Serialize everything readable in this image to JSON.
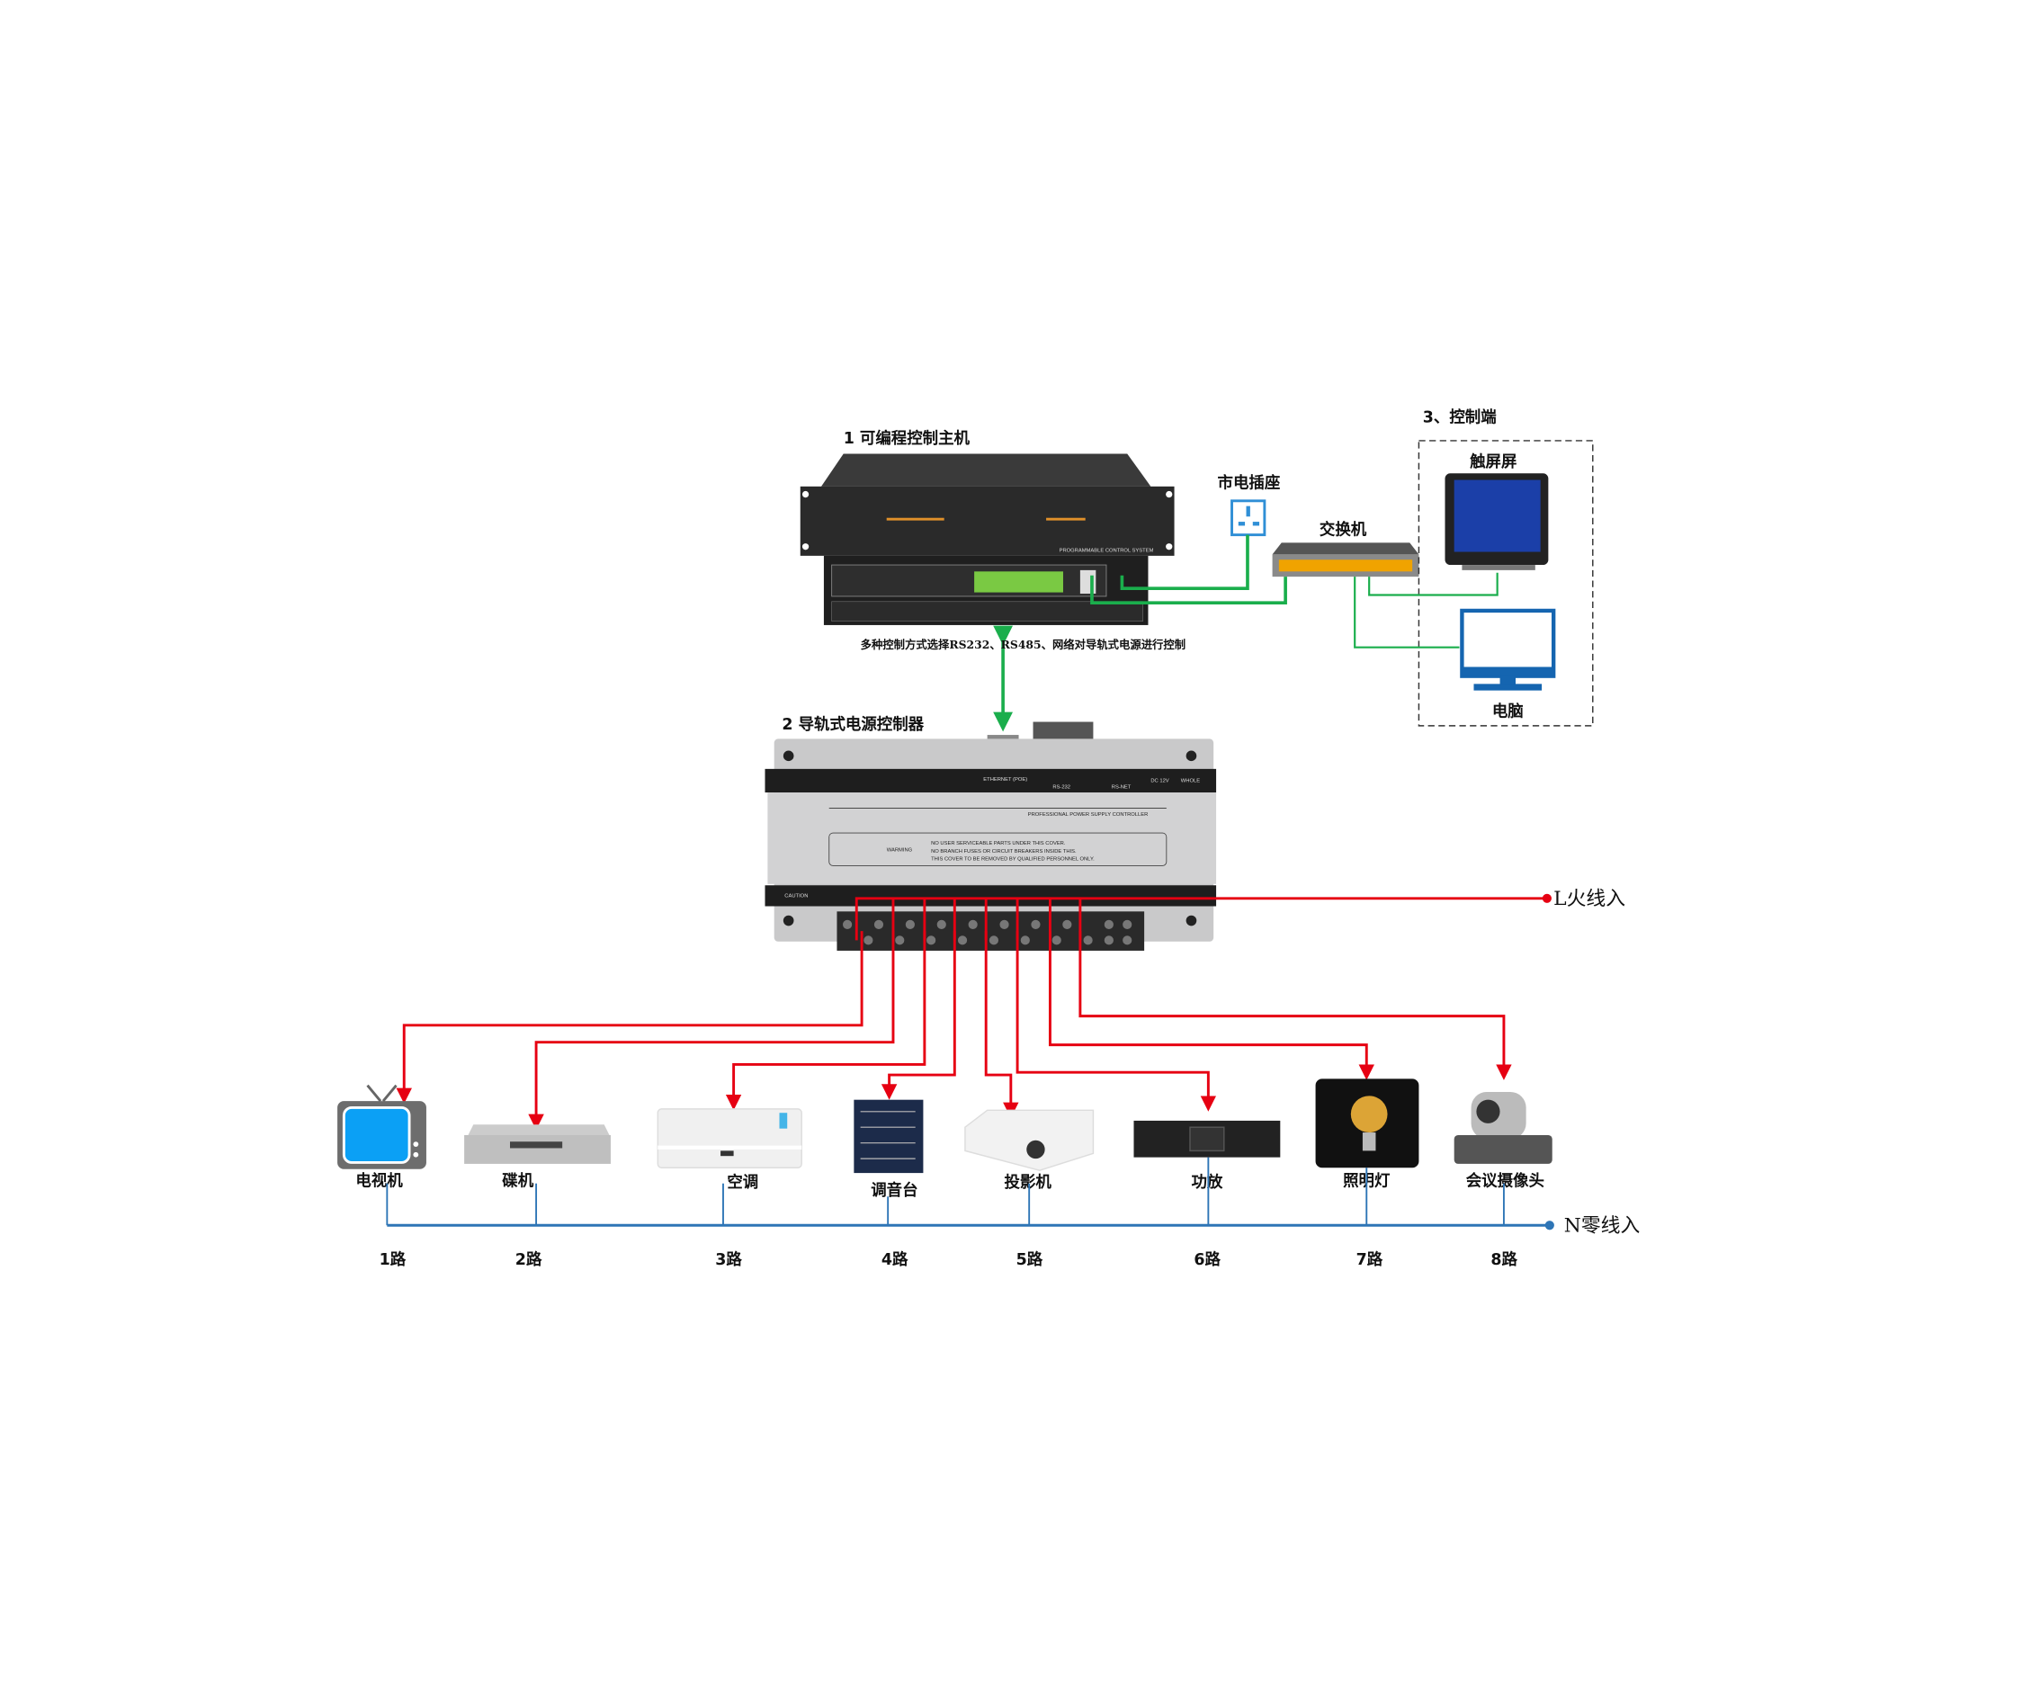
{
  "host": {
    "title": "1 可编程控制主机",
    "brand": "PROGRAMMABLE CONTROL SYSTEM"
  },
  "socket": {
    "label": "市电插座"
  },
  "switch": {
    "label": "交换机"
  },
  "control": {
    "title": "3、控制端",
    "touch_label": "触屏屏",
    "pc_label": "电脑"
  },
  "caption": "多种控制方式选择RS232、RS485、网络对导轨式电源进行控制",
  "rail": {
    "title": "2 导轨式电源控制器",
    "header": "PROFESSIONAL POWER SUPPLY CONTROLLER",
    "warning_title": "WARMING",
    "warnings": [
      "NO USER SERVICEABLE PARTS UNDER THIS COVER.",
      "NO BRANCH FUSES OR CIRCUIT BREAKERS INSIDE THIS.",
      "THIS COVER TO BE REMOVED BY QUALIFIED PERSONNEL ONLY."
    ],
    "ports": [
      "ETHERNET (POE)",
      "RS-232",
      "RS-NET",
      "DC 12V",
      "WHOLE"
    ],
    "caution": "CAUTION"
  },
  "lines": {
    "live": "L火线入",
    "neutral": "N零线入"
  },
  "devices": [
    {
      "name": "电视机",
      "channel": "1路"
    },
    {
      "name": "碟机",
      "channel": "2路"
    },
    {
      "name": "空调",
      "channel": "3路"
    },
    {
      "name": "调音台",
      "channel": "4路"
    },
    {
      "name": "投影机",
      "channel": "5路"
    },
    {
      "name": "功放",
      "channel": "6路"
    },
    {
      "name": "照明灯",
      "channel": "7路"
    },
    {
      "name": "会议摄像头",
      "channel": "8路"
    }
  ],
  "colors": {
    "live": "#e60012",
    "neutral": "#2e75b6",
    "network": "#1aae4c"
  }
}
